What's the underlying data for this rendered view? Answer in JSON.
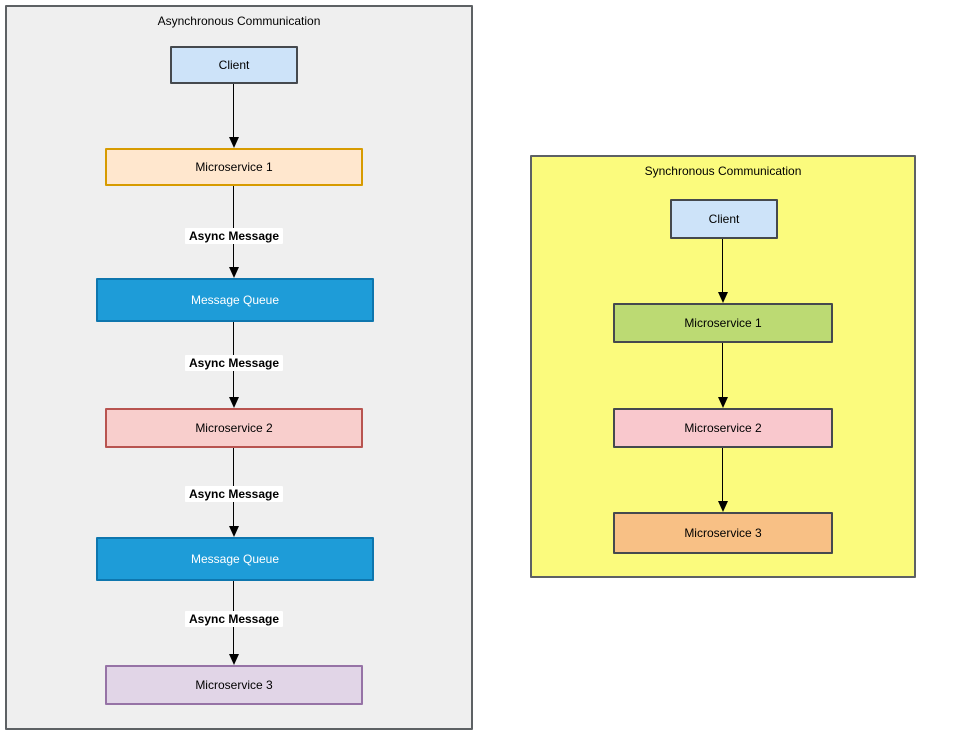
{
  "async_diagram": {
    "title": "Asynchronous Communication",
    "container_fill": "#EFEFEF",
    "container_border": "#5D6164",
    "nodes": [
      {
        "id": "client",
        "label": "Client",
        "fill": "#CDE3F9",
        "border": "#45494E",
        "text_color": "#000000"
      },
      {
        "id": "ms1",
        "label": "Microservice 1",
        "fill": "#FFE7CE",
        "border": "#D79B00",
        "text_color": "#000000"
      },
      {
        "id": "mq1",
        "label": "Message Queue",
        "fill": "#1E9CD8",
        "border": "#0E76AE",
        "text_color": "#FFFFFF"
      },
      {
        "id": "ms2",
        "label": "Microservice 2",
        "fill": "#F8CECC",
        "border": "#B85450",
        "text_color": "#000000"
      },
      {
        "id": "mq2",
        "label": "Message Queue",
        "fill": "#1E9CD8",
        "border": "#0E76AE",
        "text_color": "#FFFFFF"
      },
      {
        "id": "ms3",
        "label": "Microservice 3",
        "fill": "#E1D5E7",
        "border": "#9673A6",
        "text_color": "#000000"
      }
    ],
    "edges": [
      {
        "from": "client",
        "to": "ms1",
        "label": ""
      },
      {
        "from": "ms1",
        "to": "mq1",
        "label": "Async Message"
      },
      {
        "from": "mq1",
        "to": "ms2",
        "label": "Async Message"
      },
      {
        "from": "ms2",
        "to": "mq2",
        "label": "Async Message"
      },
      {
        "from": "mq2",
        "to": "ms3",
        "label": "Async Message"
      }
    ],
    "edge_label_text_color": "#000000",
    "edge_label_background": "#FFFFFF",
    "arrow_color": "#000000"
  },
  "sync_diagram": {
    "title": "Synchronous Communication",
    "container_fill": "#FBFB7D",
    "container_border": "#5D6164",
    "nodes": [
      {
        "id": "client",
        "label": "Client",
        "fill": "#CDE3F9",
        "border": "#45494E",
        "text_color": "#000000"
      },
      {
        "id": "ms1",
        "label": "Microservice 1",
        "fill": "#BCDA73",
        "border": "#45494E",
        "text_color": "#000000"
      },
      {
        "id": "ms2",
        "label": "Microservice 2",
        "fill": "#F9C8CD",
        "border": "#45494E",
        "text_color": "#000000"
      },
      {
        "id": "ms3",
        "label": "Microservice 3",
        "fill": "#F8C085",
        "border": "#45494E",
        "text_color": "#000000"
      }
    ],
    "edges": [
      {
        "from": "client",
        "to": "ms1",
        "label": ""
      },
      {
        "from": "ms1",
        "to": "ms2",
        "label": ""
      },
      {
        "from": "ms2",
        "to": "ms3",
        "label": ""
      }
    ],
    "arrow_color": "#000000"
  }
}
